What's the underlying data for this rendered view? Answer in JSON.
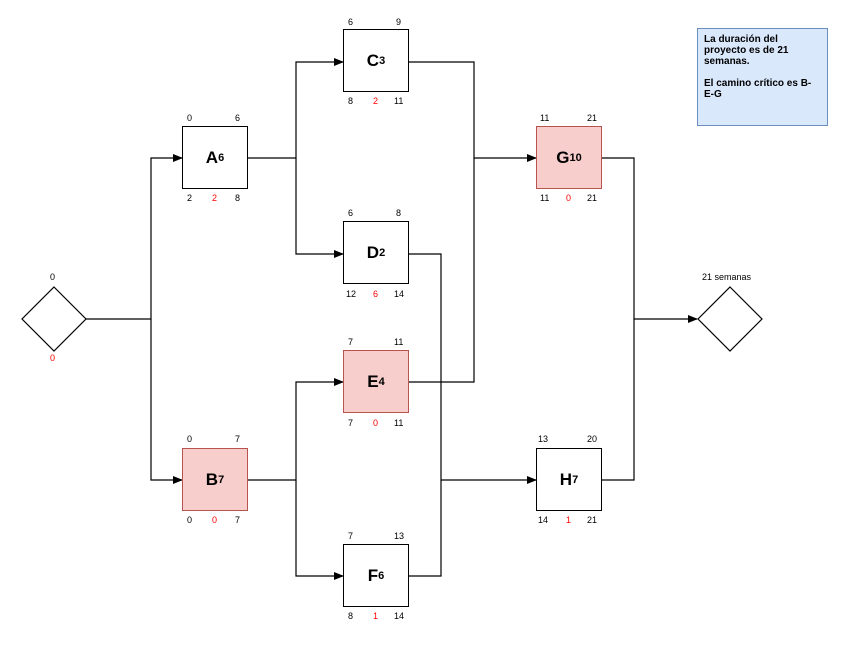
{
  "summary": {
    "duration_text": "La duración del proyecto es de 21 semanas.",
    "critical_path_text": "El camino crítico es B-E-G",
    "bg_color": "#dae8fc",
    "border_color": "#6c8ebf"
  },
  "start_node": {
    "early": "0",
    "slack": "0"
  },
  "end_node": {
    "label": "21 semanas"
  },
  "colors": {
    "critical_fill": "#f8cecc",
    "critical_border": "#b85450",
    "slack_text": "#ff0000"
  },
  "activities": [
    {
      "id": "A",
      "duration": "6",
      "es": "0",
      "ef": "6",
      "ls": "2",
      "slack": "2",
      "lf": "8",
      "critical": false
    },
    {
      "id": "B",
      "duration": "7",
      "es": "0",
      "ef": "7",
      "ls": "0",
      "slack": "0",
      "lf": "7",
      "critical": true
    },
    {
      "id": "C",
      "duration": "3",
      "es": "6",
      "ef": "9",
      "ls": "8",
      "slack": "2",
      "lf": "11",
      "critical": false
    },
    {
      "id": "D",
      "duration": "2",
      "es": "6",
      "ef": "8",
      "ls": "12",
      "slack": "6",
      "lf": "14",
      "critical": false
    },
    {
      "id": "E",
      "duration": "4",
      "es": "7",
      "ef": "11",
      "ls": "7",
      "slack": "0",
      "lf": "11",
      "critical": true
    },
    {
      "id": "F",
      "duration": "6",
      "es": "7",
      "ef": "13",
      "ls": "8",
      "slack": "1",
      "lf": "14",
      "critical": false
    },
    {
      "id": "G",
      "duration": "10",
      "es": "11",
      "ef": "21",
      "ls": "11",
      "slack": "0",
      "lf": "21",
      "critical": true
    },
    {
      "id": "H",
      "duration": "7",
      "es": "13",
      "ef": "20",
      "ls": "14",
      "slack": "1",
      "lf": "21",
      "critical": false
    }
  ]
}
